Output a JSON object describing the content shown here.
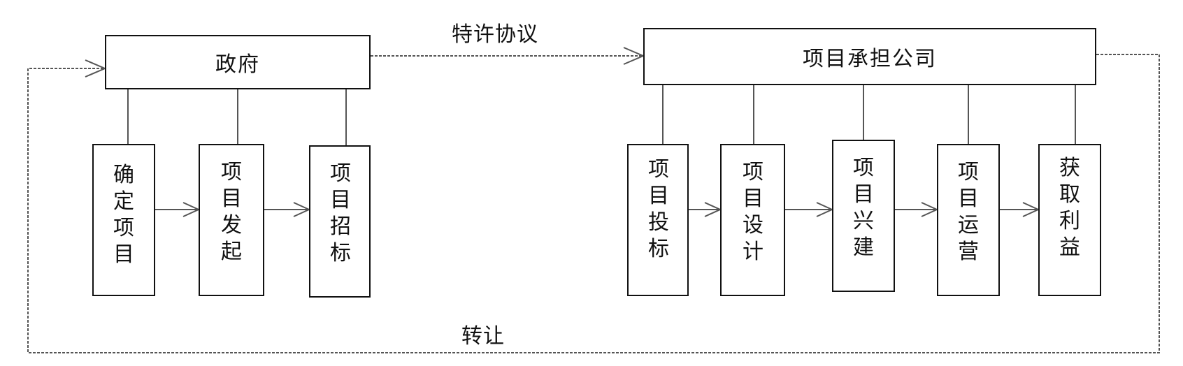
{
  "government": {
    "label": "政府"
  },
  "company": {
    "label": "项目承担公司"
  },
  "agreement": {
    "label": "特许协议"
  },
  "transfer": {
    "label": "转让"
  },
  "gov_steps": [
    {
      "label": "确定项目"
    },
    {
      "label": "项目发起"
    },
    {
      "label": "项目招标"
    }
  ],
  "company_steps": [
    {
      "label": "项目投标"
    },
    {
      "label": "项目设计"
    },
    {
      "label": "项目兴建"
    },
    {
      "label": "项目运营"
    },
    {
      "label": "获取利益"
    }
  ]
}
